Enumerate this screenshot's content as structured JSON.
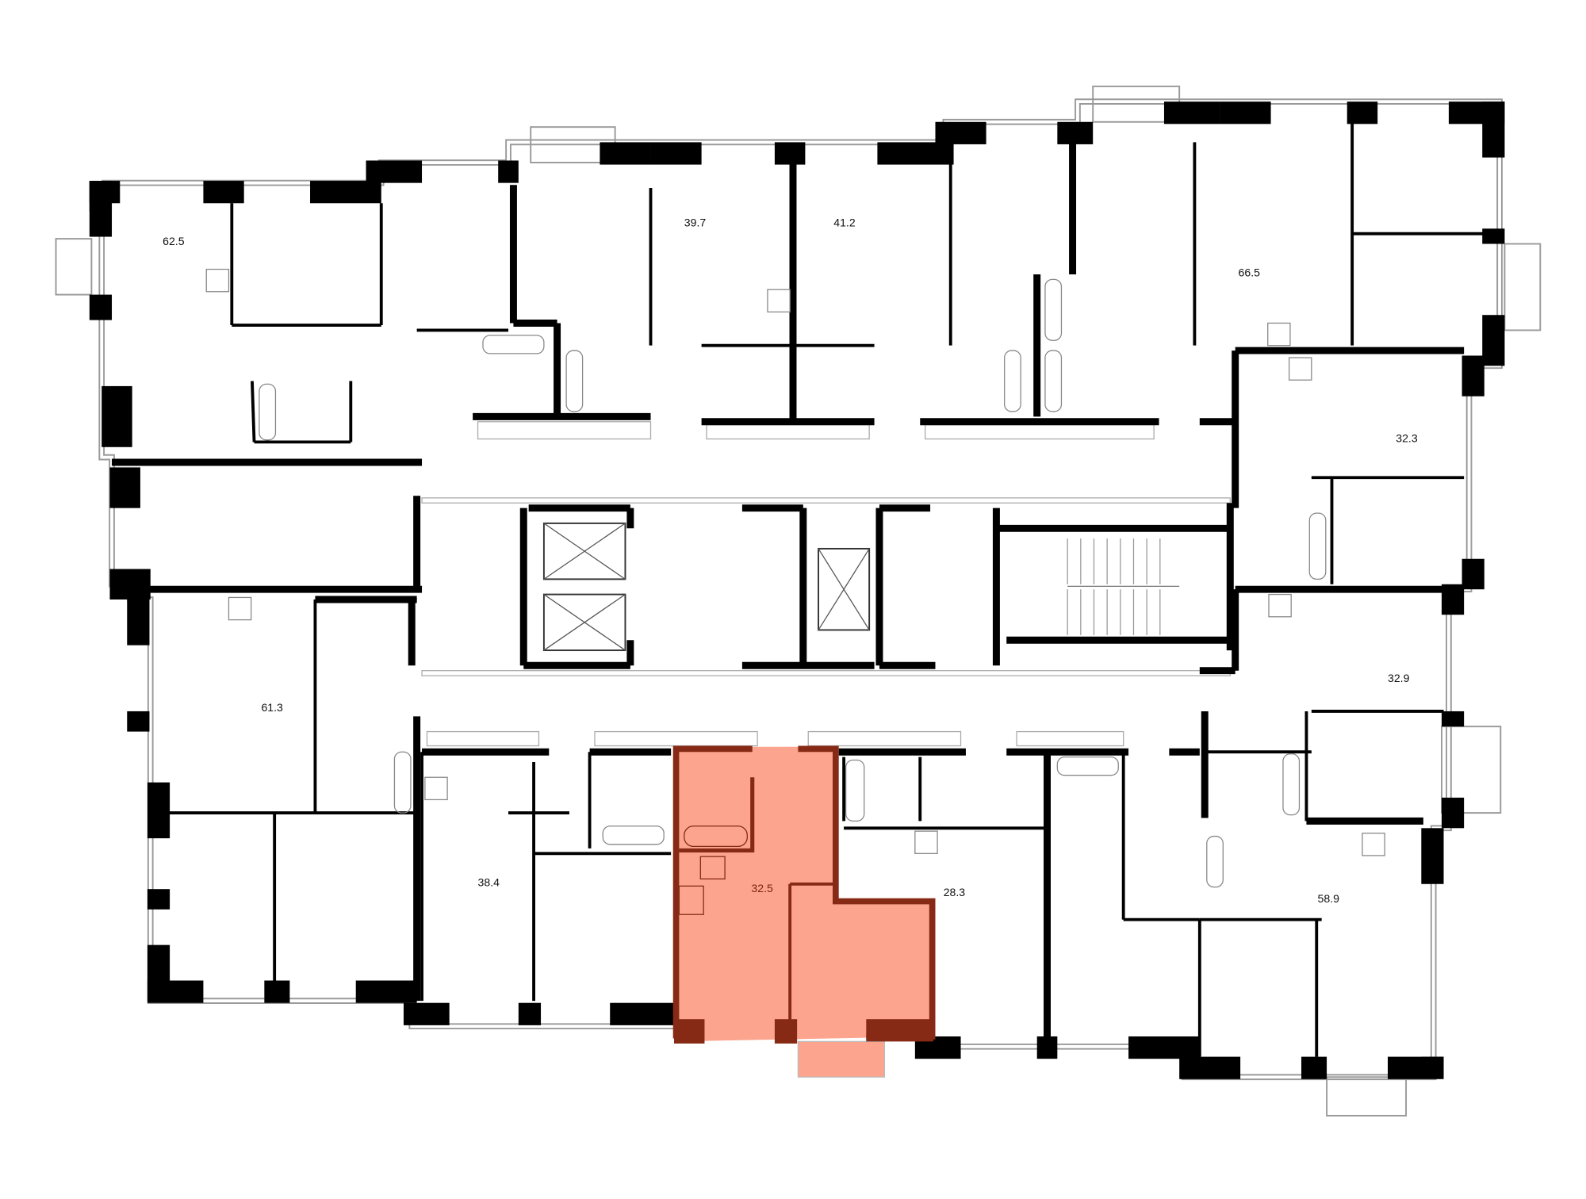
{
  "plan": {
    "units": [
      {
        "id": "u1",
        "area": "62.5"
      },
      {
        "id": "u2",
        "area": "39.7"
      },
      {
        "id": "u3",
        "area": "41.2"
      },
      {
        "id": "u4",
        "area": "66.5"
      },
      {
        "id": "u5",
        "area": "32.3"
      },
      {
        "id": "u6",
        "area": "32.9"
      },
      {
        "id": "u7",
        "area": "61.3"
      },
      {
        "id": "u8",
        "area": "38.4"
      },
      {
        "id": "u9",
        "area": "32.5",
        "highlighted": true
      },
      {
        "id": "u10",
        "area": "28.3"
      },
      {
        "id": "u11",
        "area": "58.9"
      }
    ],
    "colors": {
      "wall": "#000000",
      "highlight_fill": "#fca48d",
      "highlight_wall": "#862a16",
      "window": "#9a9a9a"
    }
  }
}
